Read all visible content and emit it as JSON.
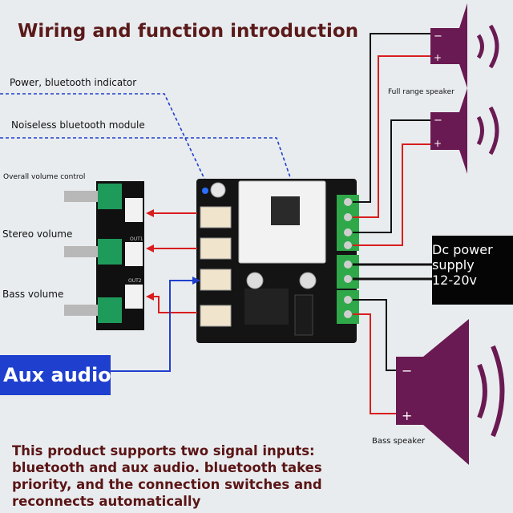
{
  "title": "Wiring and function introduction",
  "labels": {
    "power_indicator": "Power, bluetooth indicator",
    "bluetooth_module": "Noiseless bluetooth module",
    "overall_volume": "Overall volume control",
    "stereo_volume": "Stereo volume",
    "bass_volume": "Bass volume",
    "full_range_speaker": "Full range speaker",
    "bass_speaker": "Bass speaker",
    "aux_audio": "Aux audio"
  },
  "dc_power": {
    "line1": "Dc power",
    "line2": "supply",
    "line3": "12-20v"
  },
  "footer": {
    "line1": "This product supports two signal inputs:",
    "line2": "bluetooth and aux audio. bluetooth takes",
    "line3": "priority, and the connection switches and",
    "line4": "reconnects automatically"
  },
  "board_markings": {
    "out1": "OUT1",
    "out2": "OUT2"
  },
  "colors": {
    "title": "#5a1a1a",
    "speaker": "#6a1a52",
    "wire_red": "#d81e1e",
    "wire_blue": "#1f3fcf",
    "terminal_green": "#2fa84a",
    "board": "#141414",
    "aux_box": "#1f3fcf",
    "dc_box": "#050505"
  }
}
